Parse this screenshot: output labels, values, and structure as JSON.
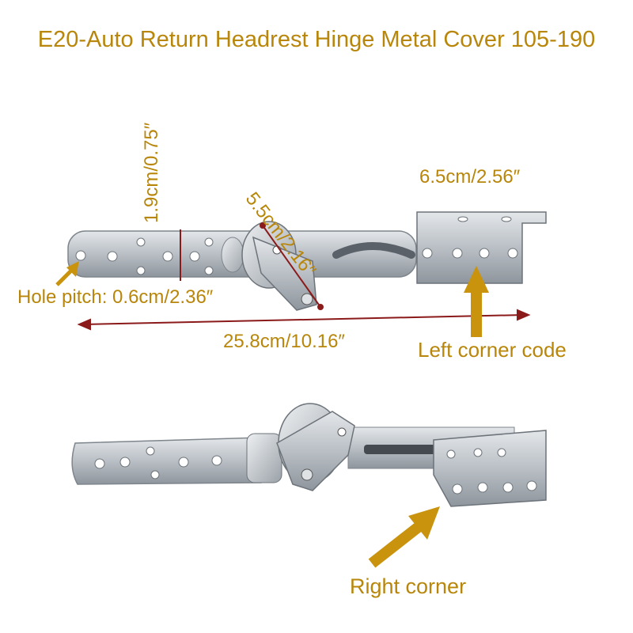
{
  "title": "E20-Auto Return Headrest Hinge Metal Cover 105-190",
  "dimensions": {
    "height": "1.9cm/0.75″",
    "link_length": "5.5cm/2.16″",
    "bracket_width": "6.5cm/2.56″",
    "total_length": "25.8cm/10.16″",
    "hole_pitch": "Hole pitch: 0.6cm/2.36″"
  },
  "callouts": {
    "left": "Left corner code",
    "right": "Right corner"
  },
  "colors": {
    "label": "#b8860b",
    "dimension_line": "#8b1a1a",
    "arrow": "#c9930e",
    "metal": "#c3c8cd"
  }
}
